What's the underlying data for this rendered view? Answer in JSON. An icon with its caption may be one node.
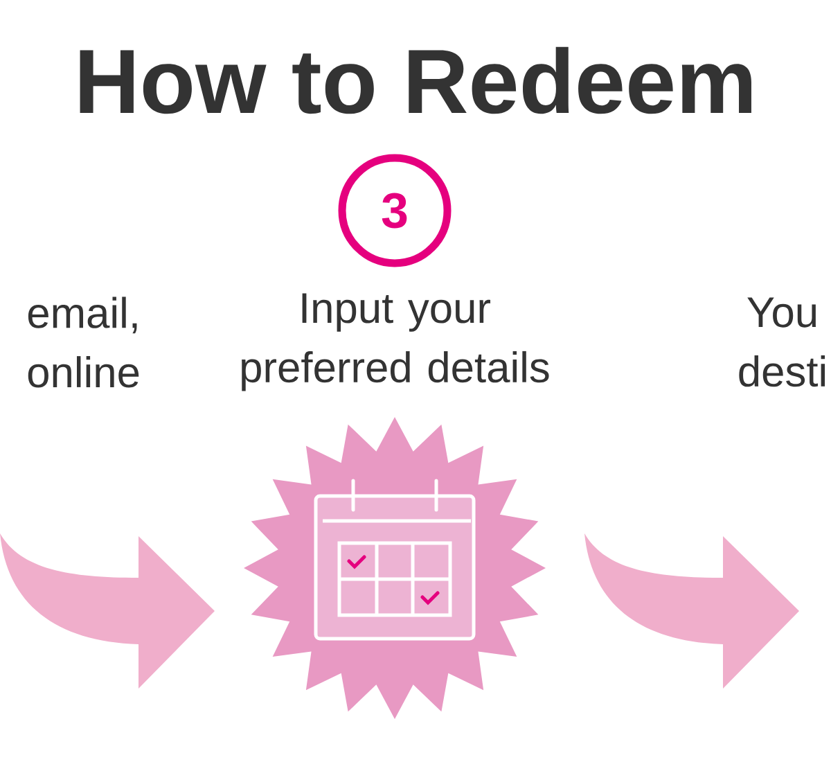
{
  "diagram": {
    "title": "How to Redeem",
    "nodes": [
      {
        "text": [
          "3"
        ]
      },
      {
        "text": [],
        "shape": "picture",
        "beside": [
          "Input your preferred details"
        ]
      }
    ],
    "edges": [
      {
        "from": null,
        "to": 1,
        "arrow": "to"
      },
      {
        "from": 1,
        "to": null,
        "arrow": "to"
      }
    ],
    "labels": [
      "email, online",
      "You desti"
    ]
  }
}
